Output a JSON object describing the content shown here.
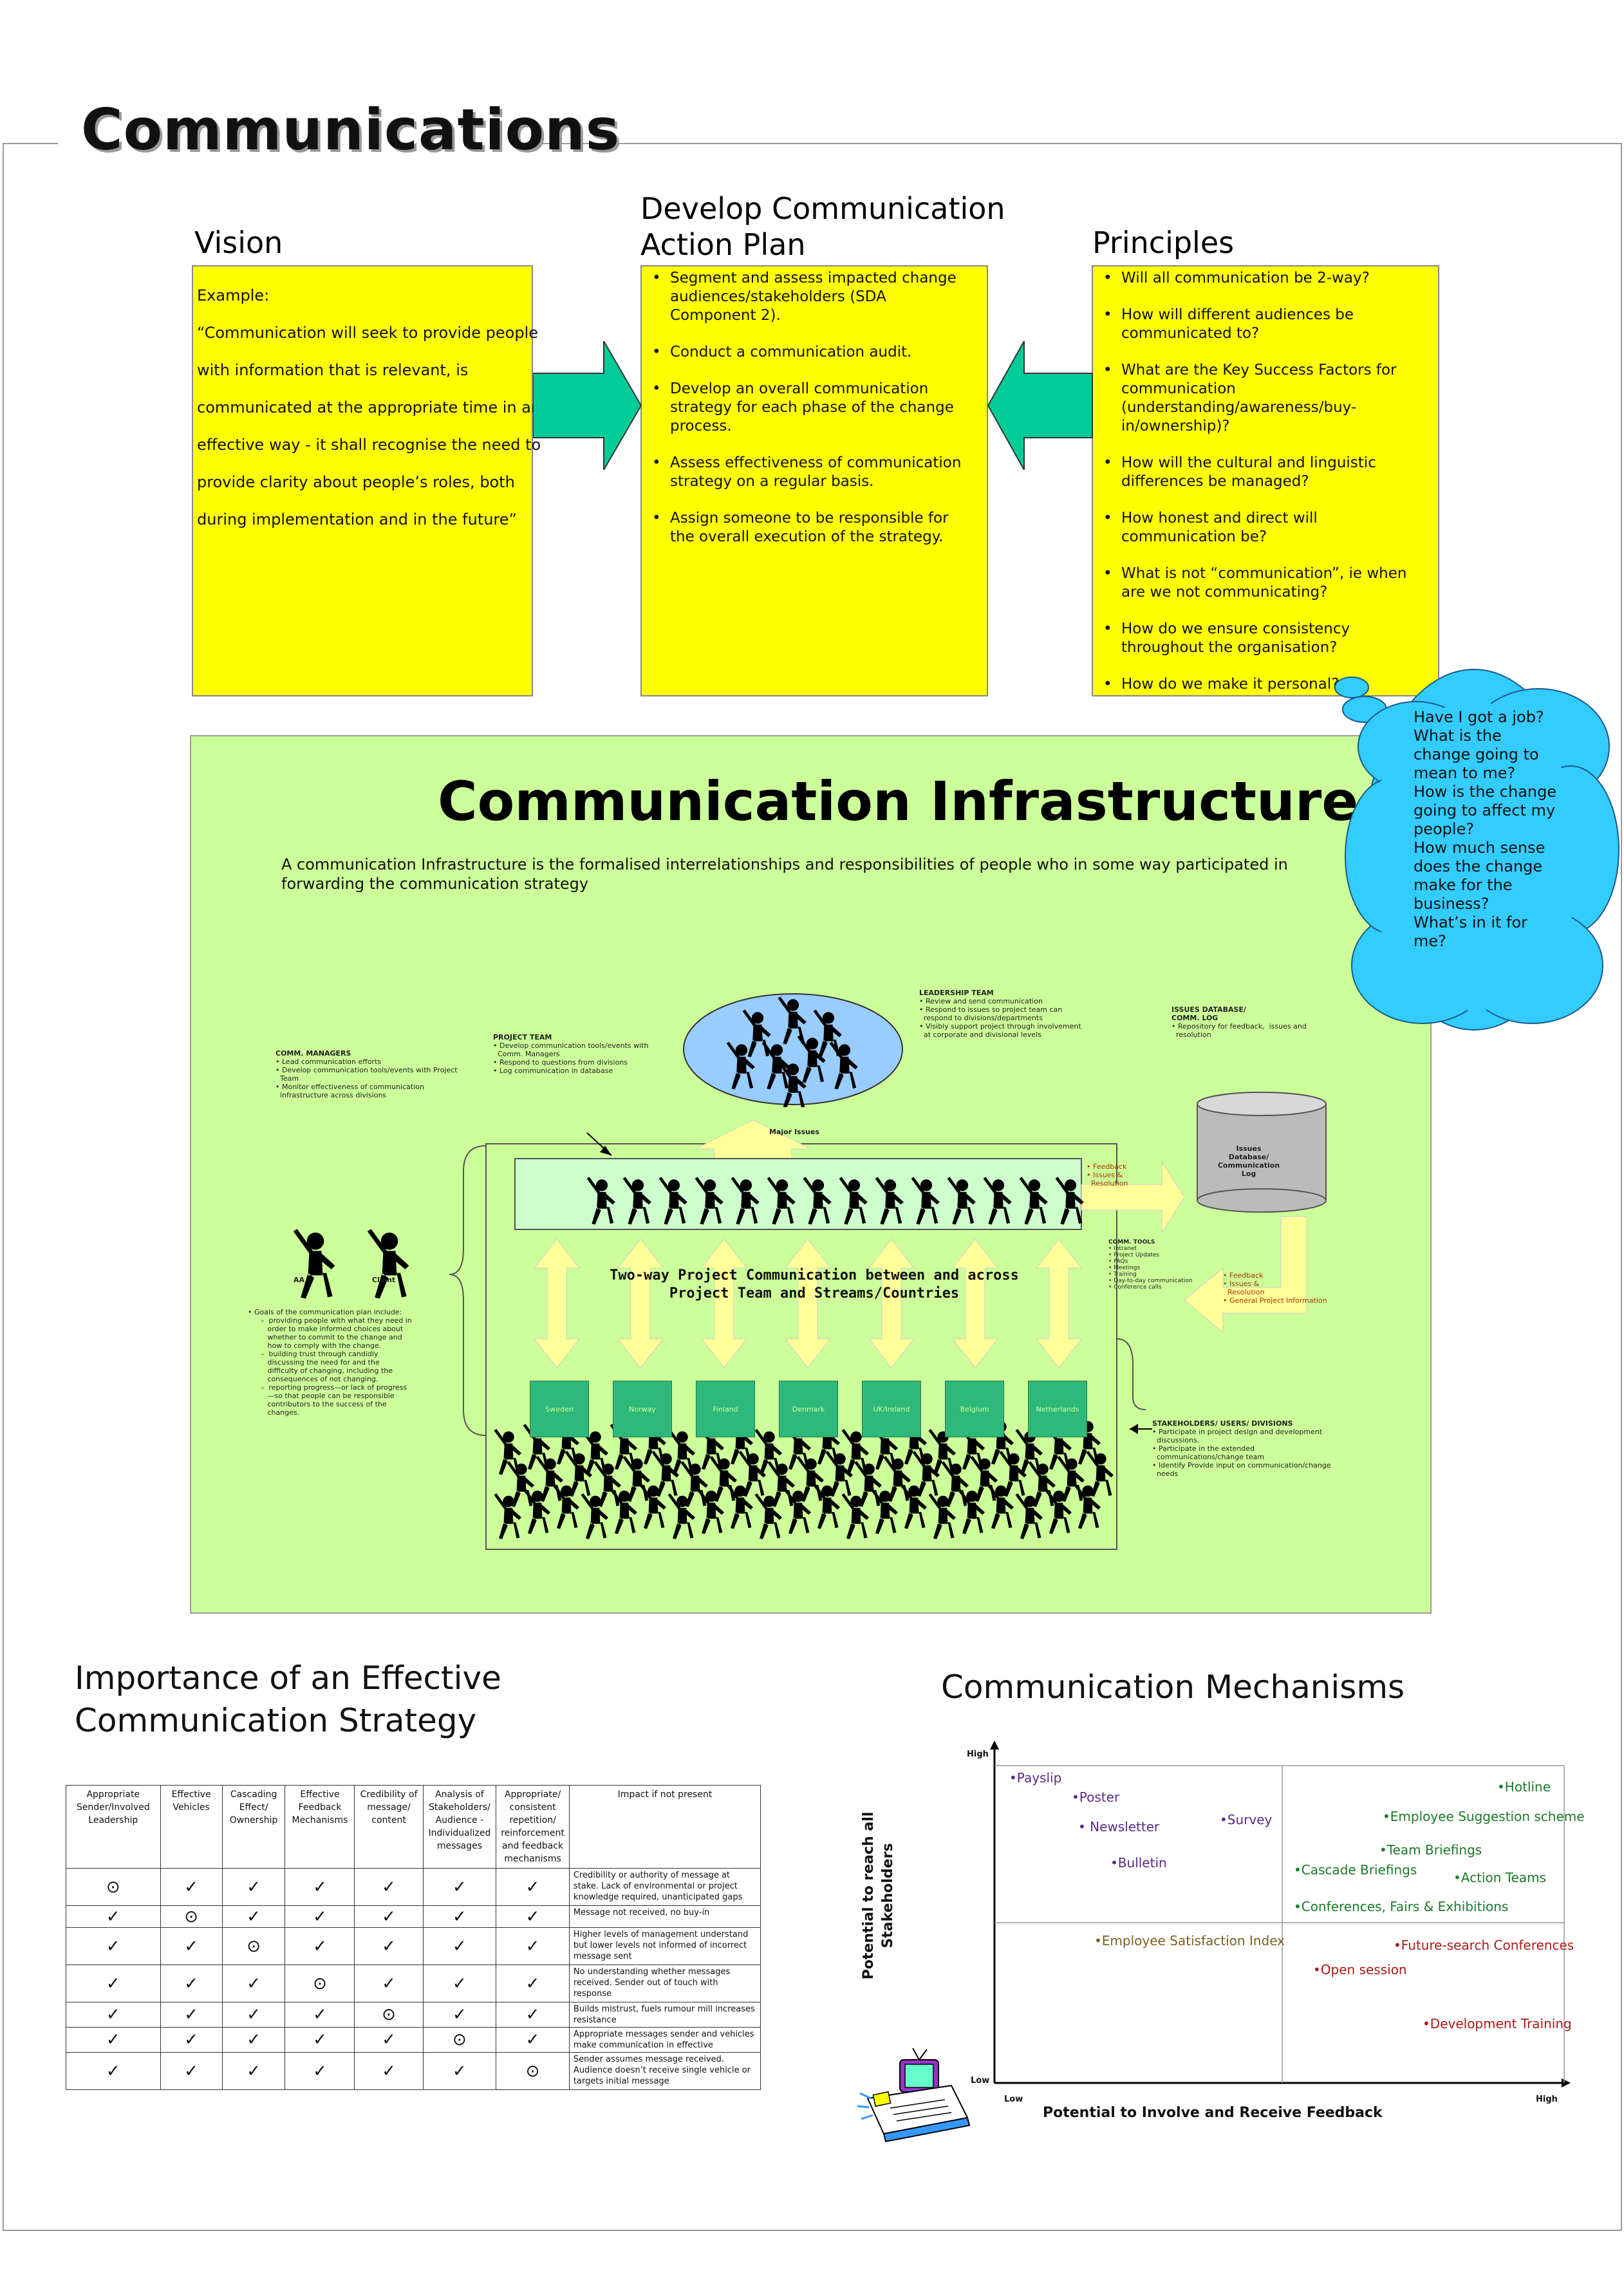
{
  "title": "Communications",
  "vision": {
    "heading": "Vision",
    "lines": [
      "Example:",
      "“Communication will seek to provide people",
      "with information that is relevant, is",
      "communicated at the appropriate time in an",
      "effective way - it shall recognise the need to",
      "provide clarity about people’s roles, both",
      "during implementation and in the future”"
    ]
  },
  "action_plan": {
    "heading_line1": "Develop Communication",
    "heading_line2": "Action Plan",
    "items": [
      "Segment and assess impacted change audiences/stakeholders (SDA Component 2).",
      "Conduct a communication audit.",
      "Develop an overall communication strategy for each phase of the change process.",
      "Assess effectiveness of communication strategy on a regular basis.",
      "Assign someone to be responsible for the overall execution of the strategy."
    ]
  },
  "principles": {
    "heading": "Principles",
    "items": [
      "Will all communication be 2-way?",
      "How will different audiences be communicated to?",
      "What are the Key Success Factors for communication (understanding/awareness/buy-in/ownership)?",
      "How will the cultural and linguistic differences be managed?",
      "How honest and direct will communication be?",
      "What is not “communication”, ie when are we not communicating?",
      "How do we ensure consistency throughout the organisation?",
      "How do we make it personal?"
    ]
  },
  "thought_cloud": {
    "lines": [
      "Have I got a job?",
      "What is the",
      "change going to",
      "mean to me?",
      "How is the change",
      "going to affect my",
      "people?",
      "How much sense",
      "does the change",
      "make for the",
      "business?",
      "What’s in it for",
      "me?"
    ]
  },
  "infrastructure": {
    "title": "Communication Infrastructure",
    "description": "A communication Infrastructure is the formalised interrelationships and responsibilities of people who in some way participated in forwarding the communication strategy",
    "leadership_team": {
      "title": "LEADERSHIP TEAM",
      "items": [
        "• Review and send communication",
        "• Respond to issues so project team can",
        "  respond to divisions/departments",
        "• Visibly support project through involvement",
        "  at corporate and divisional levels"
      ]
    },
    "issues_db": {
      "title_line1": "ISSUES DATABASE/",
      "title_line2": "COMM. LOG",
      "items": [
        "• Repository for feedback,  issues and",
        "  resolution"
      ]
    },
    "project_team": {
      "title": "PROJECT TEAM",
      "items": [
        "• Develop communication tools/events with",
        "  Comm. Managers",
        "• Respond to questions from divisions",
        "• Log communication in database"
      ]
    },
    "comm_managers": {
      "title": "COMM. MANAGERS",
      "items": [
        "• Lead communication efforts",
        "• Develop communication tools/events with Project",
        "  Team",
        "• Monitor effectiveness of communication",
        "  infrastructure across divisions"
      ]
    },
    "major_issues": "Major Issues",
    "cylinder_lines": [
      "Issues",
      "Database/",
      "Communication",
      "Log"
    ],
    "feedback_top": [
      "• Feedback",
      "• Issues &",
      "  Resolution"
    ],
    "feedback_right": [
      "• Feedback",
      "• Issues &",
      "  Resolution",
      "• General Project Information"
    ],
    "comm_tools": {
      "title": "COMM. TOOLS",
      "items": [
        "• Intranet",
        "• Project Updates",
        "• FAQs",
        "• Meetings",
        "• Training",
        "• Day-to-day communication",
        "• Conference calls"
      ]
    },
    "aa_label": "AA",
    "client_label": "Client",
    "two_way_line1": "Two-way Project Communication between and across",
    "two_way_line2": "Project Team and Streams/Countries",
    "countries": [
      "Sweden",
      "Norway",
      "Finland",
      "Denmark",
      "UK/Ireland",
      "Belgium",
      "Netherlands"
    ],
    "goals": {
      "title": "•  Goals of the communication plan include:",
      "items": [
        "–  providing people with what they need in",
        "   order to make informed choices about",
        "   whether to commit to the change and",
        "   how to comply with the change.",
        "–  building trust through candidly",
        "   discussing the need for and the",
        "   difficulty of changing, including the",
        "   consequences of not changing.",
        "–  reporting progress—or lack of progress",
        "   —so that people can be responsible",
        "   contributors to the success of the",
        "   changes."
      ]
    },
    "stakeholders": {
      "title": "STAKEHOLDERS/ USERS/ DIVISIONS",
      "items": [
        "• Participate in project design and development",
        "  discussions.",
        "• Participate in the extended",
        "  communications/change team",
        "• Identify Provide input on communication/change",
        "  needs"
      ]
    }
  },
  "importance": {
    "heading_line1": "Importance of an Effective",
    "heading_line2": "Communication Strategy",
    "columns": [
      "Appropriate Sender/Involved Leadership",
      "Effective Vehicles",
      "Cascading Effect/ Ownership",
      "Effective Feedback Mechanisms",
      "Credibility of message/ content",
      "Analysis of Stakeholders/ Audience - Individualized messages",
      "Appropriate/ consistent repetition/ reinforcement and feedback mechanisms",
      "Impact if not present"
    ],
    "check_symbol": "✓",
    "missing_symbol": "⊙",
    "rows": [
      {
        "missing": 0,
        "impact": "Credibility or authority of message at stake.  Lack of environmental or project knowledge required, unanticipated gaps"
      },
      {
        "missing": 1,
        "impact": "Message not received, no buy-in"
      },
      {
        "missing": 2,
        "impact": "Higher levels of management understand but lower levels not informed of incorrect message sent"
      },
      {
        "missing": 3,
        "impact": "No understanding whether messages received.  Sender out of touch with response"
      },
      {
        "missing": 4,
        "impact": "Builds mistrust, fuels rumour mill increases resistance"
      },
      {
        "missing": 5,
        "impact": "Appropriate messages sender and vehicles make communication in effective"
      },
      {
        "missing": 6,
        "impact": "Sender assumes message received.  Audience doesn’t receive single vehicle or targets initial message"
      }
    ]
  },
  "mechanisms": {
    "heading": "Communication Mechanisms",
    "y_high": "High",
    "y_low": "Low",
    "x_low": "Low",
    "x_high": "High",
    "y_label_line1": "Potential to reach all",
    "y_label_line2": "Stakeholders",
    "x_label": "Potential to Involve and Receive Feedback",
    "items": [
      {
        "label": "•Payslip",
        "color": "purple"
      },
      {
        "label": "•Poster",
        "color": "purple"
      },
      {
        "label": "• Newsletter",
        "color": "purple"
      },
      {
        "label": "•Survey",
        "color": "purple"
      },
      {
        "label": "•Bulletin",
        "color": "purple"
      },
      {
        "label": "•Hotline",
        "color": "green"
      },
      {
        "label": "•Employee Suggestion scheme",
        "color": "green"
      },
      {
        "label": "•Team Briefings",
        "color": "green"
      },
      {
        "label": "•Cascade Briefings",
        "color": "green"
      },
      {
        "label": "•Action Teams",
        "color": "green"
      },
      {
        "label": "•Conferences, Fairs & Exhibitions",
        "color": "green"
      },
      {
        "label": "•Employee Satisfaction Index",
        "color": "brown"
      },
      {
        "label": "•Future-search Conferences",
        "color": "red"
      },
      {
        "label": "•Open session",
        "color": "red"
      },
      {
        "label": "•Development Training",
        "color": "red"
      }
    ]
  },
  "colors": {
    "yellow": "#ffff00",
    "panel_green": "#ccff99",
    "arrow_green": "#00cc99",
    "cloud": "#33ccff",
    "country_box": "#2eb87a"
  }
}
